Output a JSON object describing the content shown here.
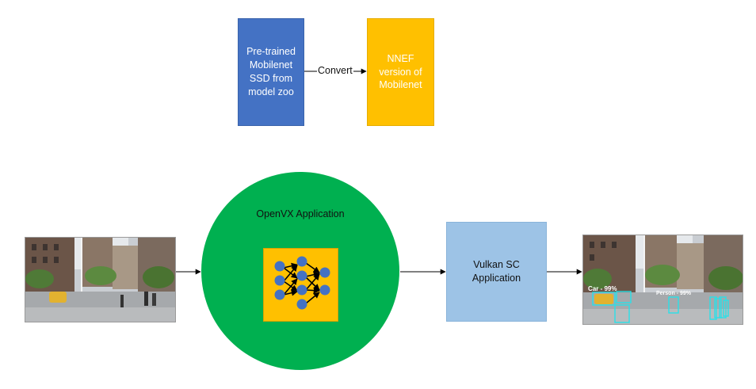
{
  "diagram": {
    "pretrained_box": {
      "label": "Pre-trained\nMobilenet\nSSD from\nmodel zoo",
      "color": "#4472c4"
    },
    "convert_label": "Convert",
    "nnef_box": {
      "label": "NNEF\nversion of\nMobilenet",
      "color": "#ffc000"
    },
    "openvx": {
      "label": "OpenVX Application",
      "color": "#00b050"
    },
    "vulkan_box": {
      "label": "Vulkan SC\nApplication",
      "color": "#9dc3e6"
    },
    "input_image": {
      "description_icon": "street-photo-icon"
    },
    "output_image": {
      "detections": [
        {
          "label": "Car - 99%"
        },
        {
          "label": "Person - 99%"
        }
      ]
    }
  }
}
